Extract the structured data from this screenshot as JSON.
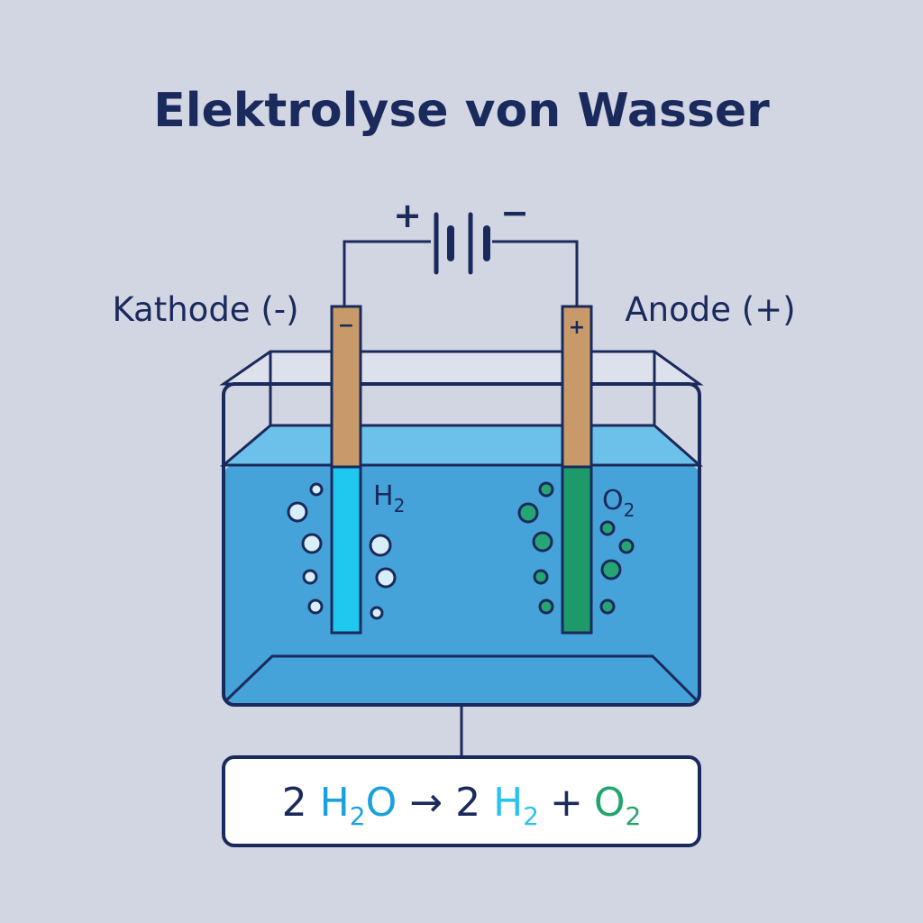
{
  "title": "Elektrolyse von Wasser",
  "battery": {
    "plus_sign": "+",
    "minus_sign": "−"
  },
  "cathode": {
    "label": "Kathode (-)",
    "terminal_sign": "−",
    "gas": {
      "symbol": "H",
      "subscript": "2"
    }
  },
  "anode": {
    "label": "Anode (+)",
    "terminal_sign": "+",
    "gas": {
      "symbol": "O",
      "subscript": "2"
    }
  },
  "equation": {
    "coef_water": "2",
    "water_h": "H",
    "water_sub": "2",
    "water_o": "O",
    "arrow": "→",
    "coef_hydrogen": "2",
    "hydrogen": "H",
    "hydrogen_sub": "2",
    "plus": "+",
    "oxygen": "O",
    "oxygen_sub": "2"
  },
  "colors": {
    "background": "#d2d6e3",
    "outline": "#1b2a5c",
    "water": "#45a3da",
    "water_surface": "#6cc1ea",
    "electrode_top": "#c89a6a",
    "cathode_rod": "#1ec8ef",
    "anode_rod": "#1e9a6a",
    "hydrogen_text": "#1aa0df",
    "hydrogen_highlight": "#2bc3ee",
    "oxygen_text": "#22a56a",
    "oxygen_bubble": "#25a573",
    "hydrogen_bubble": "#d8eef8"
  }
}
